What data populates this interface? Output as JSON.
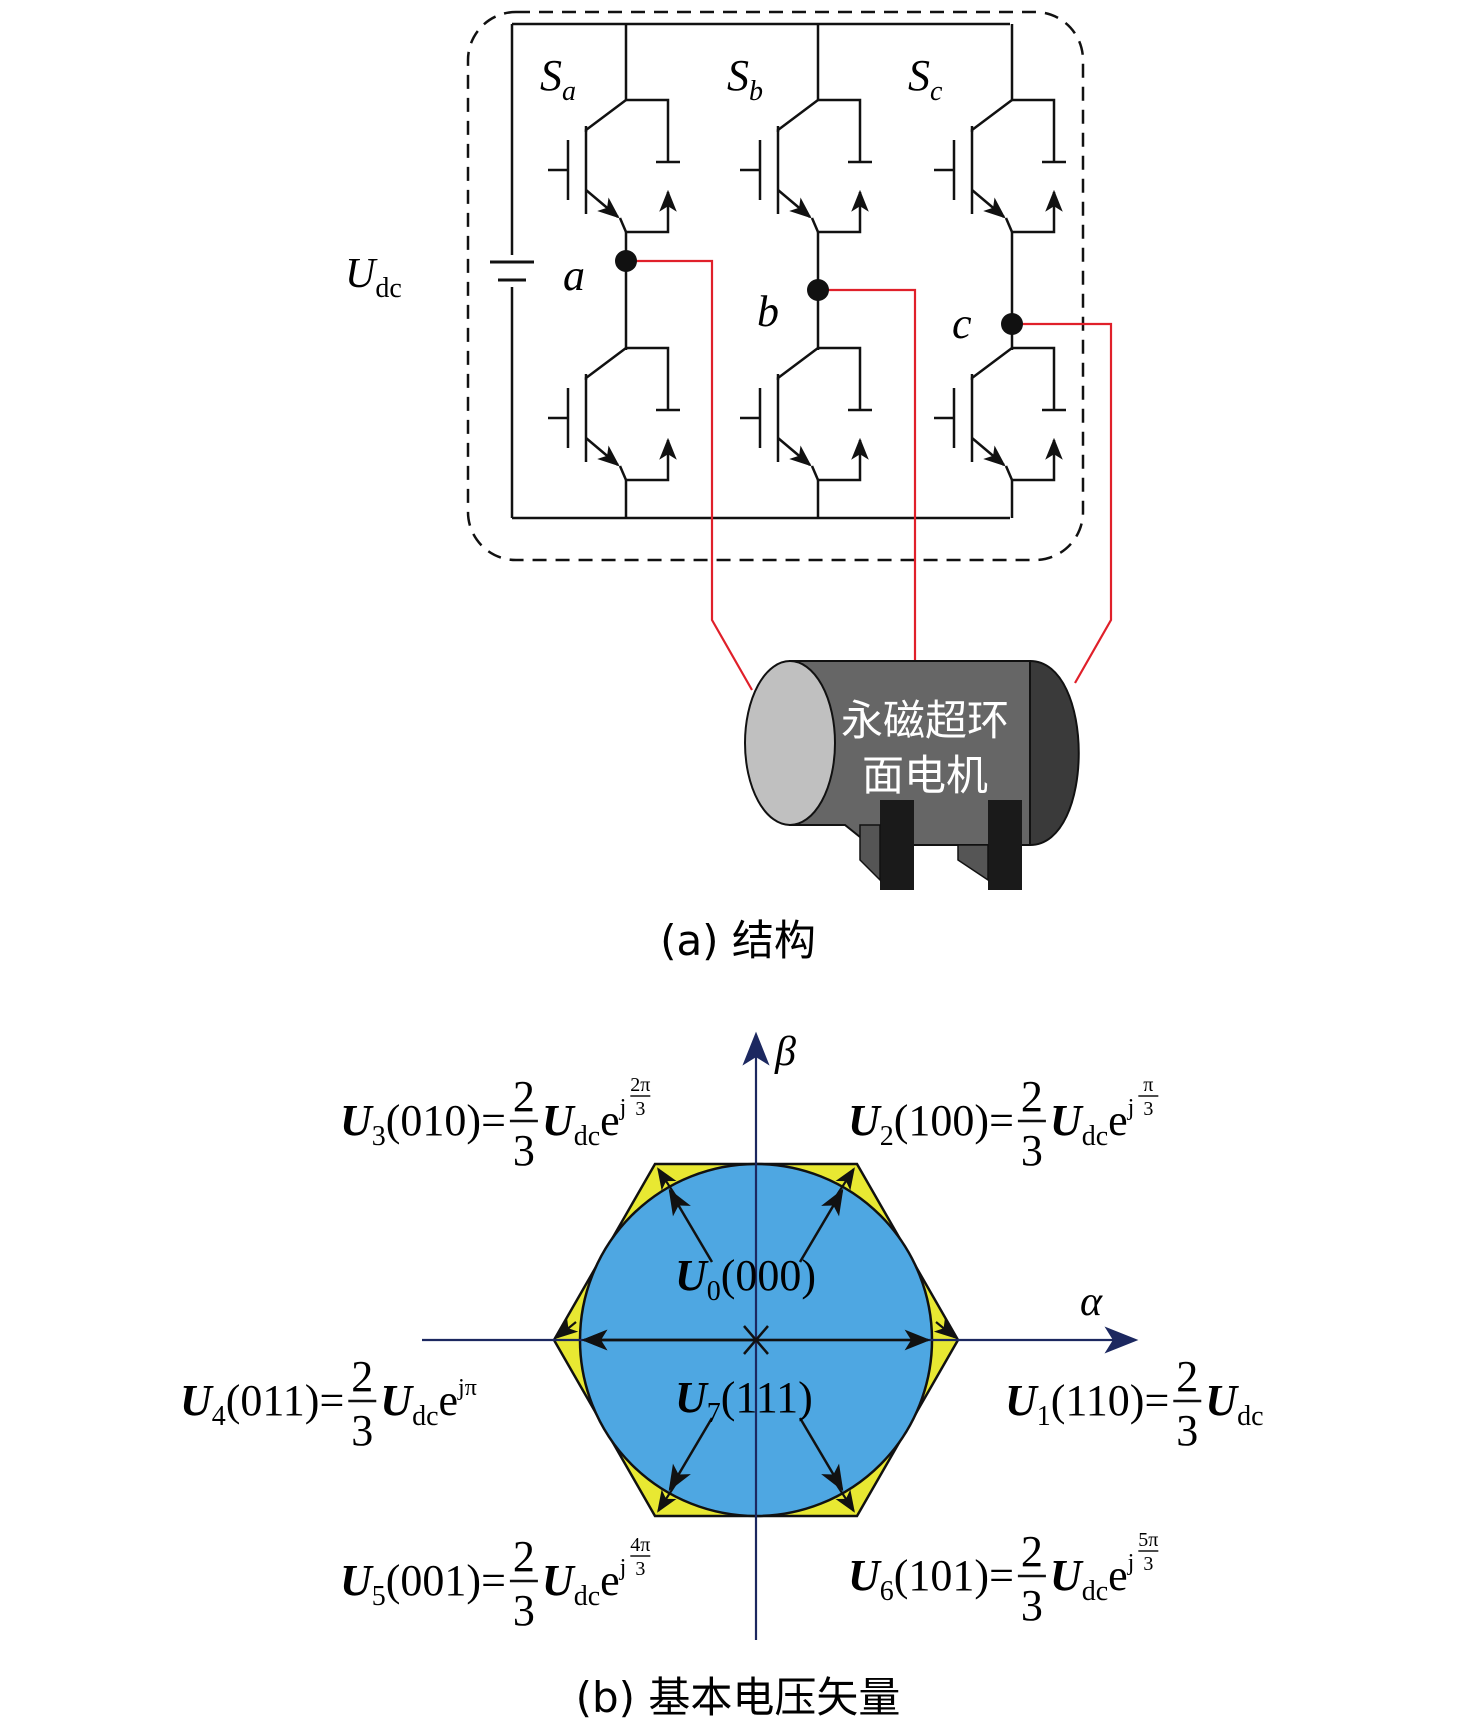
{
  "part_a": {
    "caption": "(a) 结构",
    "dc_source": {
      "symbol": "U",
      "subscript": "dc"
    },
    "switches": [
      {
        "symbol": "S",
        "subscript": "a"
      },
      {
        "symbol": "S",
        "subscript": "b"
      },
      {
        "symbol": "S",
        "subscript": "c"
      }
    ],
    "nodes": [
      "a",
      "b",
      "c"
    ],
    "motor": {
      "line1": "永磁超环",
      "line2": "面电机"
    },
    "colors": {
      "phase_wire": "#e0202a",
      "motor_body": "#666666",
      "motor_face": "#c0c0c0",
      "motor_end": "#3a3a3a"
    }
  },
  "part_b": {
    "caption": "(b) 基本电压矢量",
    "axes": {
      "alpha": "α",
      "beta": "β"
    },
    "zero_vectors": [
      {
        "sym": "U",
        "sub": "0",
        "code": "(000)"
      },
      {
        "sym": "U",
        "sub": "7",
        "code": "(111)"
      }
    ],
    "vectors": [
      {
        "sym": "U",
        "sub": "1",
        "code": "(110)=",
        "num": "2",
        "den": "3",
        "mag": "U",
        "mag_sub": "dc",
        "exp": "",
        "exp_num": "",
        "exp_den": ""
      },
      {
        "sym": "U",
        "sub": "2",
        "code": "(100)=",
        "num": "2",
        "den": "3",
        "mag": "U",
        "mag_sub": "dc",
        "exp": "j",
        "exp_num": "π",
        "exp_den": "3"
      },
      {
        "sym": "U",
        "sub": "3",
        "code": "(010)=",
        "num": "2",
        "den": "3",
        "mag": "U",
        "mag_sub": "dc",
        "exp": "j",
        "exp_num": "2π",
        "exp_den": "3"
      },
      {
        "sym": "U",
        "sub": "4",
        "code": "(011)=",
        "num": "2",
        "den": "3",
        "mag": "U",
        "mag_sub": "dc",
        "exp": "jπ",
        "exp_num": "",
        "exp_den": ""
      },
      {
        "sym": "U",
        "sub": "5",
        "code": "(001)=",
        "num": "2",
        "den": "3",
        "mag": "U",
        "mag_sub": "dc",
        "exp": "j",
        "exp_num": "4π",
        "exp_den": "3"
      },
      {
        "sym": "U",
        "sub": "6",
        "code": "(101)=",
        "num": "2",
        "den": "3",
        "mag": "U",
        "mag_sub": "dc",
        "exp": "j",
        "exp_num": "5π",
        "exp_den": "3"
      }
    ],
    "colors": {
      "circle": "#4ea7e2",
      "hexagon": "#e8e832",
      "axis": "#1c2860",
      "arrow": "#111111"
    }
  }
}
